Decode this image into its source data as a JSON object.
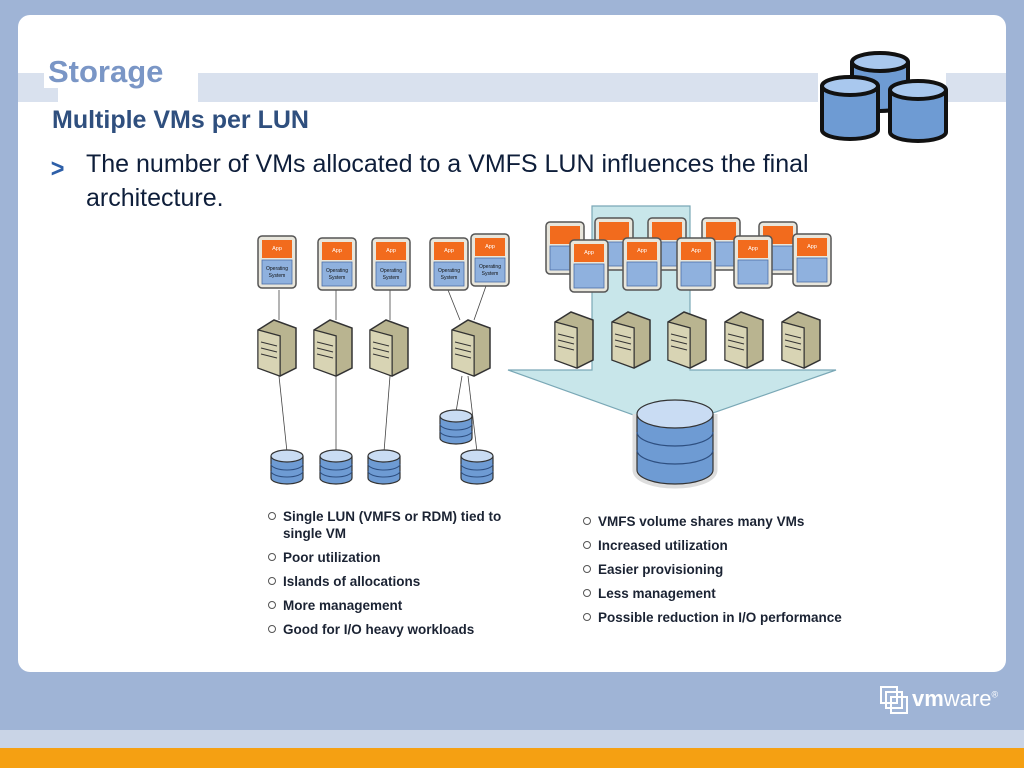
{
  "slide": {
    "title": "Storage",
    "subtitle": "Multiple VMs per LUN",
    "bullet_marker": ">",
    "bullet_text": "The number of VMs allocated to a VMFS LUN influences the final architecture."
  },
  "vm_labels": {
    "app": "App",
    "os_line1": "Operating",
    "os_line2": "System"
  },
  "left_list": [
    "Single LUN (VMFS or RDM) tied to single VM",
    "Poor utilization",
    "Islands of allocations",
    "More management",
    "Good for I/O heavy workloads"
  ],
  "right_list": [
    "VMFS volume shares many VMs",
    "Increased utilization",
    "Easier provisioning",
    "Less management",
    "Possible reduction in I/O performance"
  ],
  "logo": {
    "vm": "vm",
    "ware": "ware",
    "reg": "®"
  },
  "colors": {
    "background": "#9fb4d6",
    "title": "#7a96c6",
    "subtitle": "#2f4f7e",
    "app_box": "#f26b1d",
    "os_box": "#8fb1de",
    "disk": "#6e9bd3",
    "arrow": "#c8e6ea",
    "accent_bar": "#f5a012"
  }
}
